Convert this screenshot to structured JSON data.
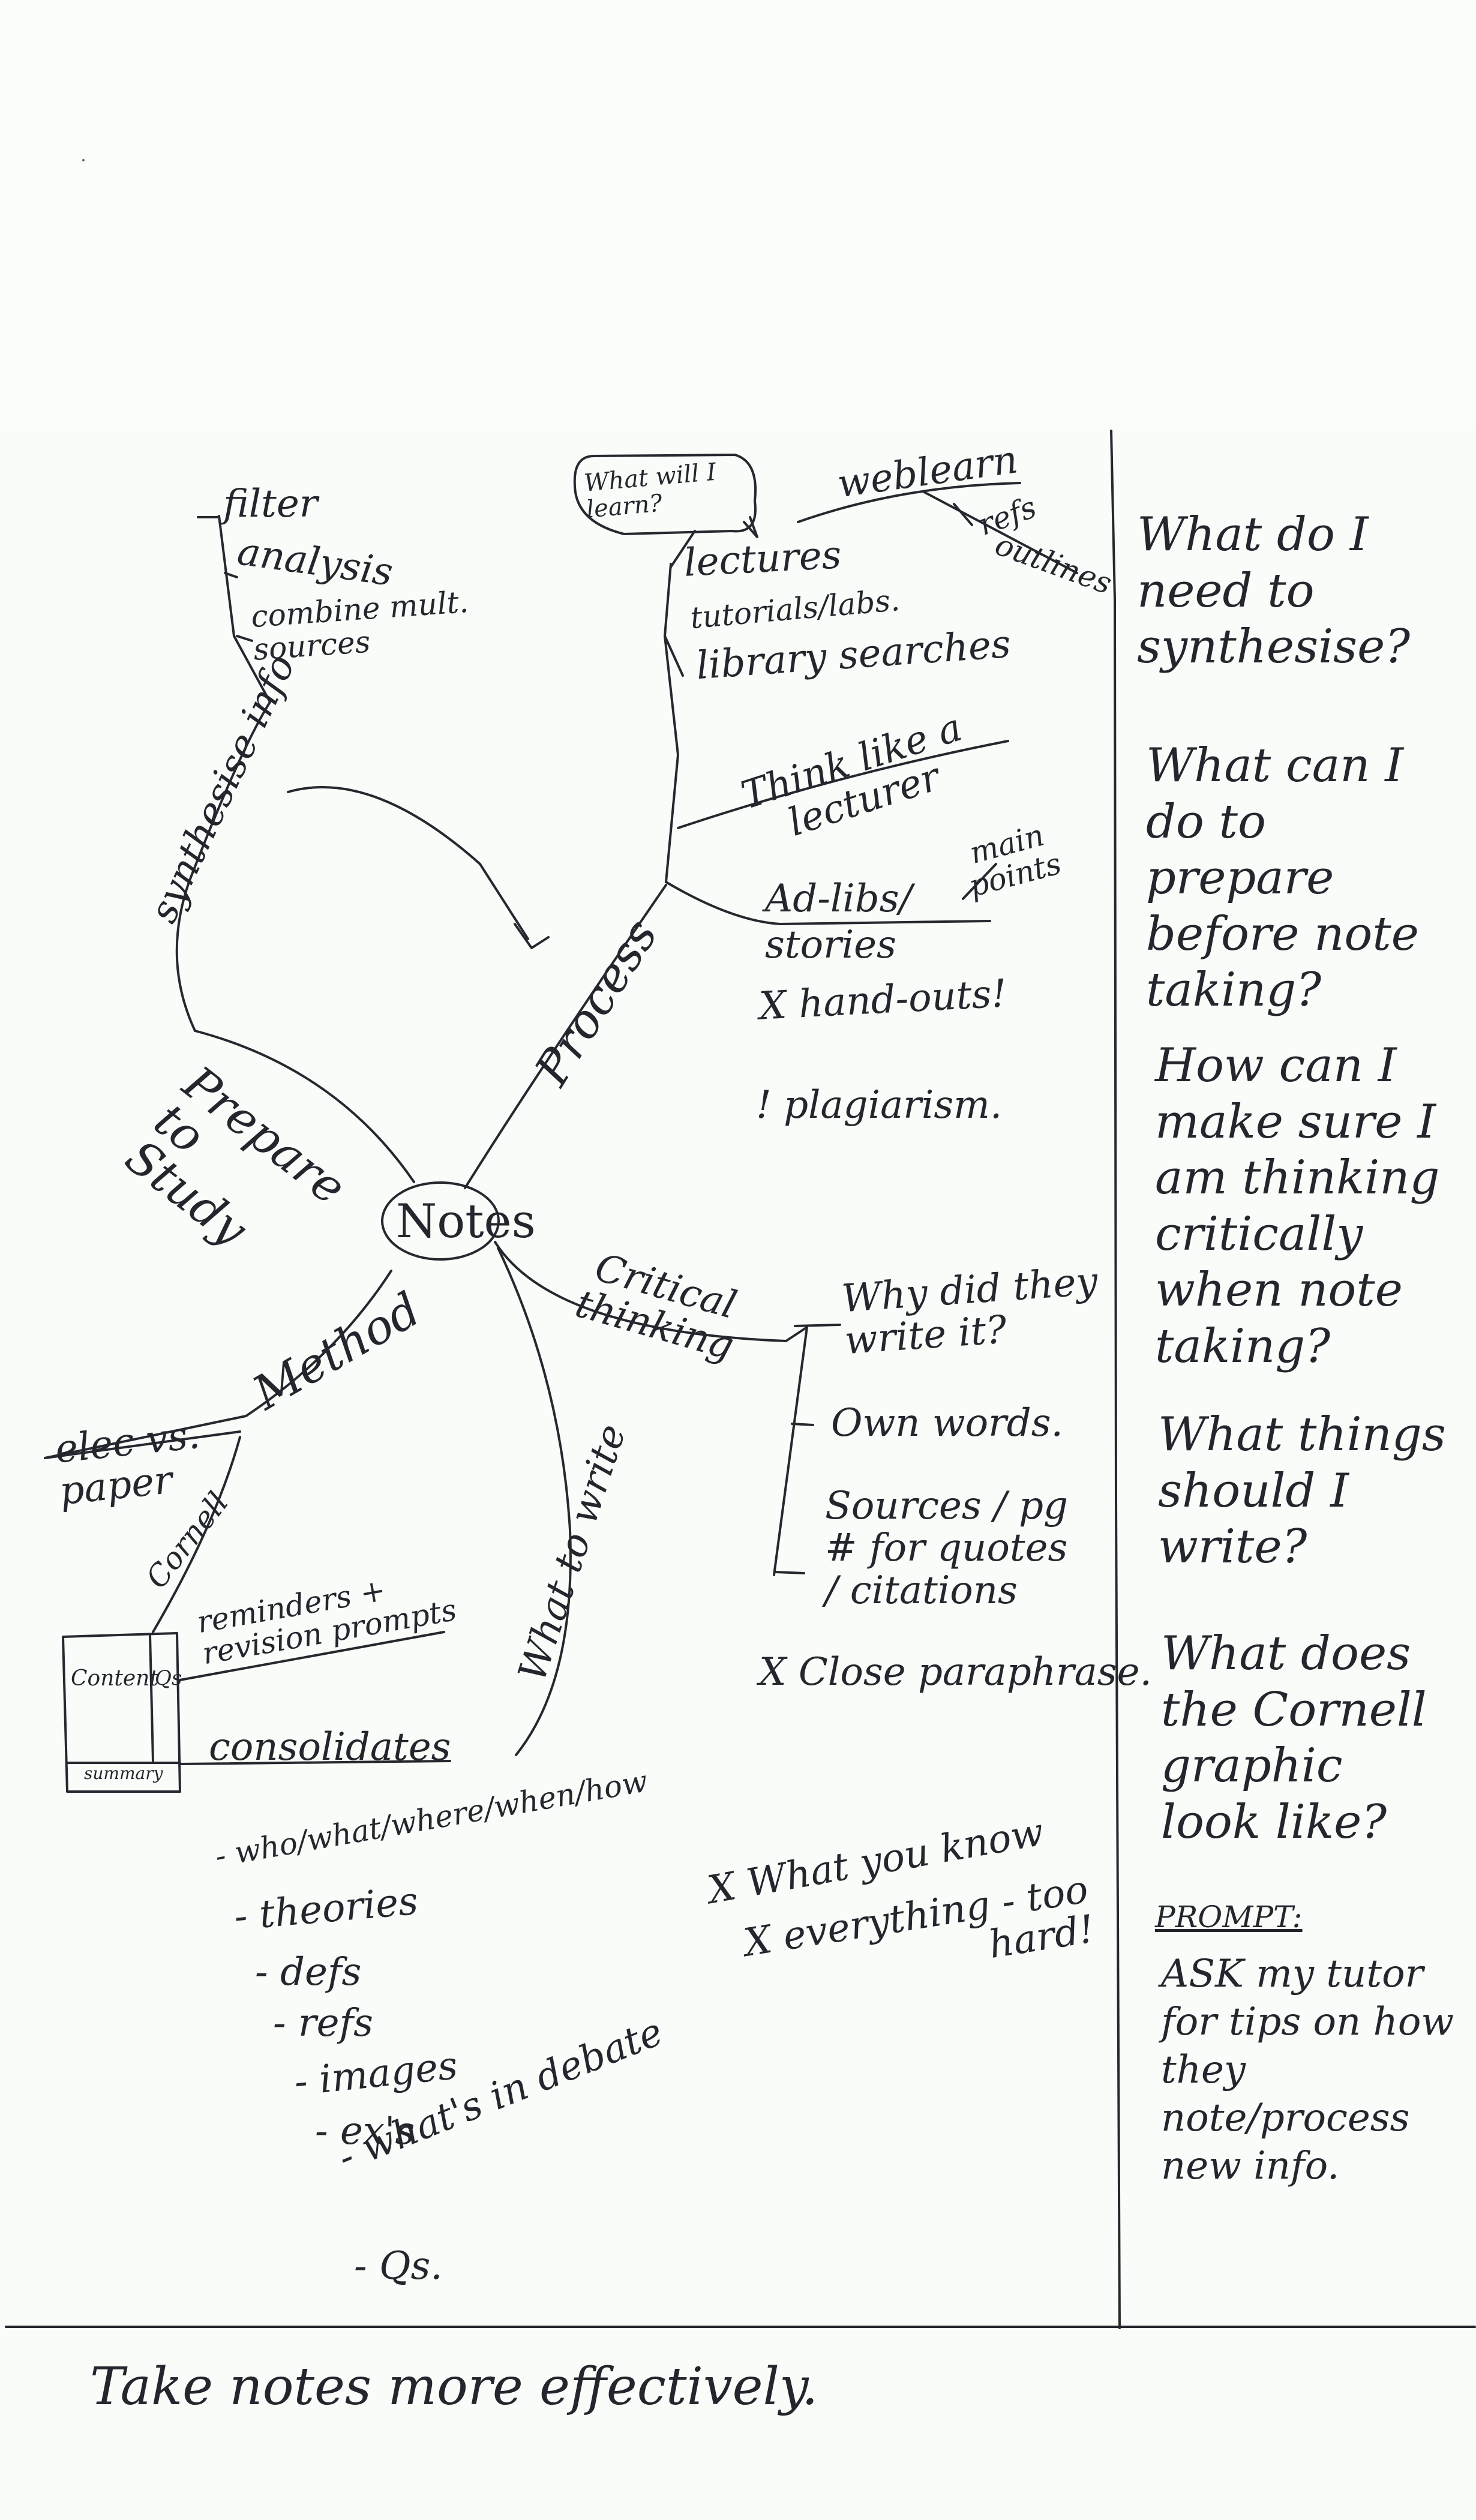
{
  "mindmap": {
    "center": "Notes",
    "branches": {
      "prepare": {
        "label": "Prepare to Study",
        "synthesise_label": "synthesise info",
        "items": [
          "filter",
          "analysis",
          "combine mult. sources"
        ]
      },
      "process": {
        "label": "Process",
        "bubble": "What will I learn?",
        "items": [
          "lectures",
          "tutorials/labs.",
          "library searches",
          "Think like a lecturer",
          "Ad-libs/ stories"
        ],
        "weblearn": "weblearn",
        "weblearn_items": [
          "refs",
          "outlines"
        ],
        "adlibs_note": "main points",
        "warnings": [
          "X hand-outs!",
          "! plagiarism."
        ]
      },
      "critical": {
        "label": "Critical thinking",
        "items": [
          "Why did they write it?",
          "Own words.",
          "Sources / pg # for quotes / citations"
        ],
        "warning": "X Close paraphrase."
      },
      "method": {
        "label": "Method",
        "elec": "elec vs. paper",
        "cornell": "Cornell",
        "diagram": {
          "content": "Content",
          "qs": "Qs",
          "summary": "summary"
        },
        "notes": [
          "reminders + revision prompts",
          "consolidates"
        ]
      },
      "write": {
        "label": "What to write",
        "items": [
          "- who/what/where/when/how",
          "- theories",
          "- defs",
          "- refs",
          "- images",
          "- ex's",
          "- what's in debate",
          "- Qs."
        ],
        "warnings": [
          "X What you know",
          "X everything - too hard!"
        ]
      }
    }
  },
  "questions": [
    "What do I need to synthesise?",
    "What can I do to prepare before note taking?",
    "How can I make sure I am thinking critically when note taking?",
    "What things should I write?",
    "What does the Cornell graphic look like?"
  ],
  "prompt": {
    "heading": "PROMPT:",
    "text": "ASK my tutor for tips on how they note/process new info."
  },
  "summary": "Take notes more effectively."
}
